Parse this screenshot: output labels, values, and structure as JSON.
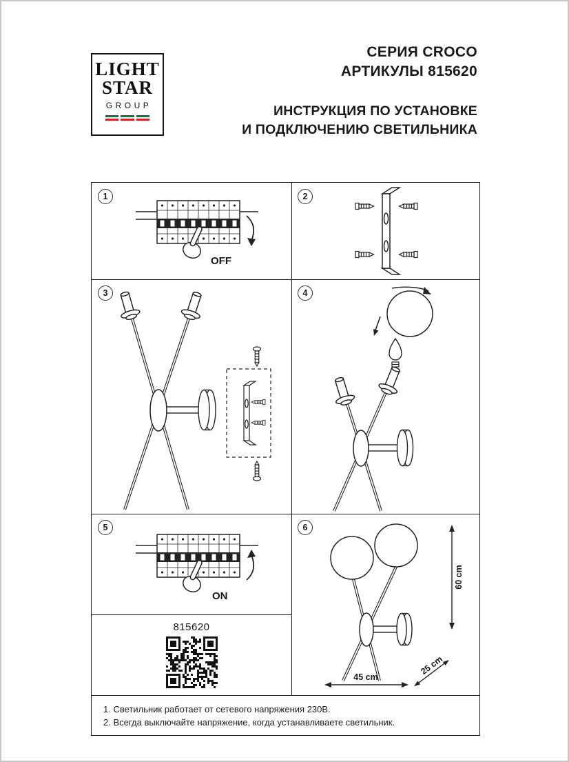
{
  "logo": {
    "line1": "LIGHT",
    "line2": "STAR",
    "line3": "GROUP",
    "flag_green": "#0e7a3c",
    "flag_red": "#cc2229"
  },
  "header": {
    "series": "СЕРИЯ CROCO",
    "articles": "АРТИКУЛЫ 815620",
    "title_line1": "ИНСТРУКЦИЯ ПО УСТАНОВКЕ",
    "title_line2": "И ПОДКЛЮЧЕНИЮ СВЕТИЛЬНИКА"
  },
  "steps": [
    {
      "number": "1",
      "label": "OFF"
    },
    {
      "number": "2",
      "label": ""
    },
    {
      "number": "3",
      "label": ""
    },
    {
      "number": "4",
      "label": ""
    },
    {
      "number": "5",
      "label": "ON"
    },
    {
      "number": "6",
      "label": ""
    }
  ],
  "article_code": "815620",
  "dimensions": {
    "height": "60 cm",
    "width": "45 cm",
    "depth": "25 cm"
  },
  "notes": {
    "line1": "1. Светильник работает от сетевого напряжения 230В.",
    "line2": "2. Всегда выключайте напряжение, когда устанавливаете светильник."
  }
}
